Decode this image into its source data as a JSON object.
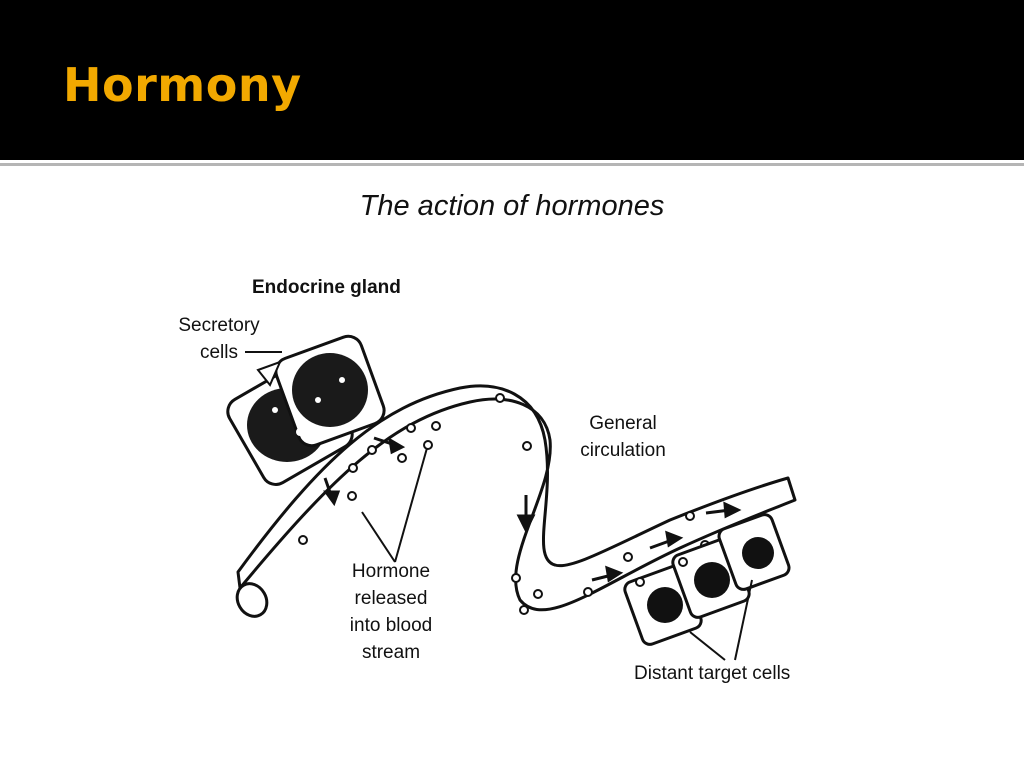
{
  "slide": {
    "title": "Hormony"
  },
  "diagram": {
    "title": "The action of hormones",
    "labels": {
      "gland": "Endocrine gland",
      "secretory_line1": "Secretory",
      "secretory_line2": "cells",
      "circulation_line1": "General",
      "circulation_line2": "circulation",
      "hormone_line1": "Hormone",
      "hormone_line2": "released",
      "hormone_line3": "into blood",
      "hormone_line4": "stream",
      "target": "Distant target cells"
    }
  },
  "colors": {
    "header_bg": "#000000",
    "title": "#f2a900",
    "ink": "#111111"
  }
}
